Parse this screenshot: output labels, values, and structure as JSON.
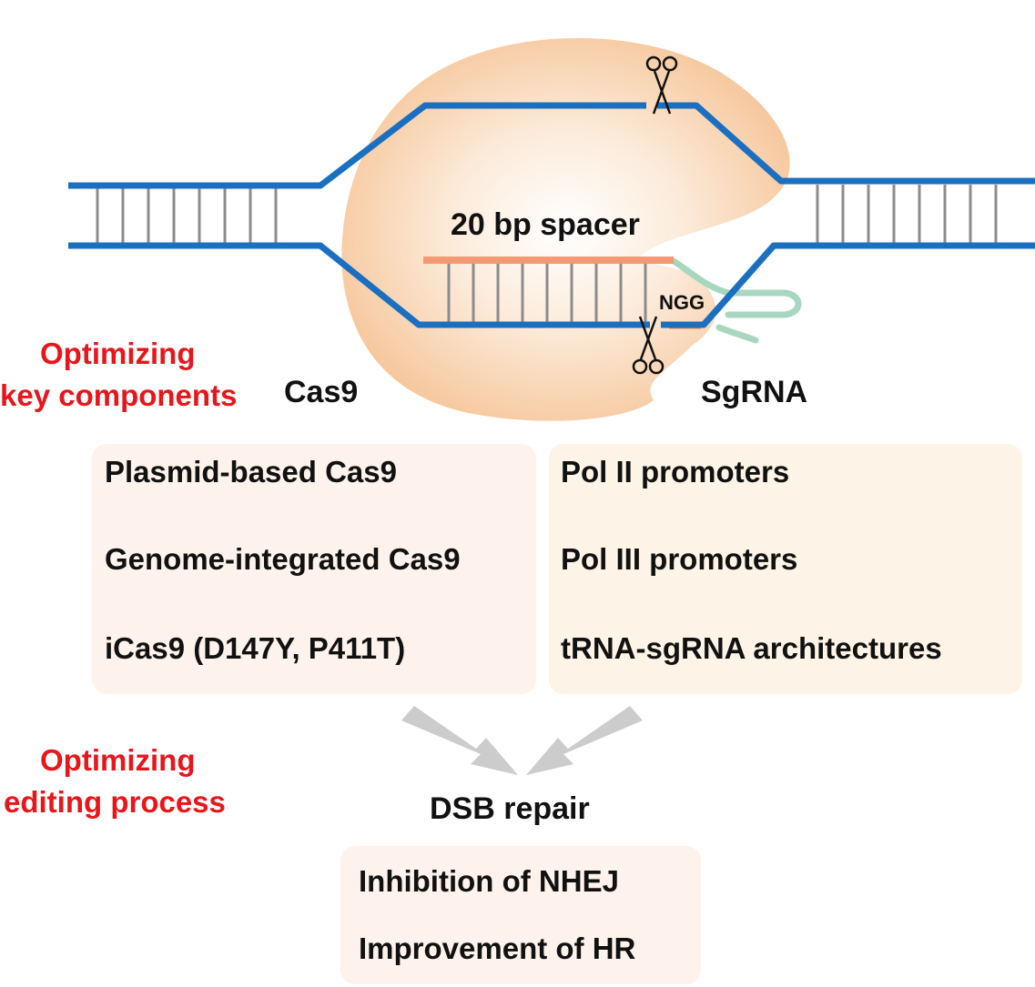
{
  "diagram": {
    "spacer_label": "20 bp spacer",
    "pam_label": "NGG",
    "cas9_label": "Cas9",
    "sgrna_label": "SgRNA",
    "dsb_label": "DSB repair"
  },
  "sections": {
    "key_components": [
      "Optimizing",
      "key components"
    ],
    "editing_process": [
      "Optimizing",
      "editing process"
    ]
  },
  "cas9_options": [
    "Plasmid-based Cas9",
    "Genome-integrated Cas9",
    "iCas9 (D147Y, P411T)"
  ],
  "sgrna_options": [
    "Pol II promoters",
    "Pol III promoters",
    "tRNA-sgRNA architectures"
  ],
  "repair_options": [
    "Inhibition of NHEJ",
    "Improvement of HR"
  ],
  "colors": {
    "dna_strand": "#1a6fc0",
    "rung": "#8c8c8c",
    "cas9_body": "#f6c79c",
    "spacer": "#f39a74",
    "sgrna_scaffold": "#a8d6bf",
    "section_text": "#e8161b",
    "cas9_box": "#fdf3ec",
    "sgrna_box": "#fdf3e6",
    "arrow": "#cccccc"
  },
  "icons": [
    "scissors-icon-top",
    "scissors-icon-bottom"
  ]
}
